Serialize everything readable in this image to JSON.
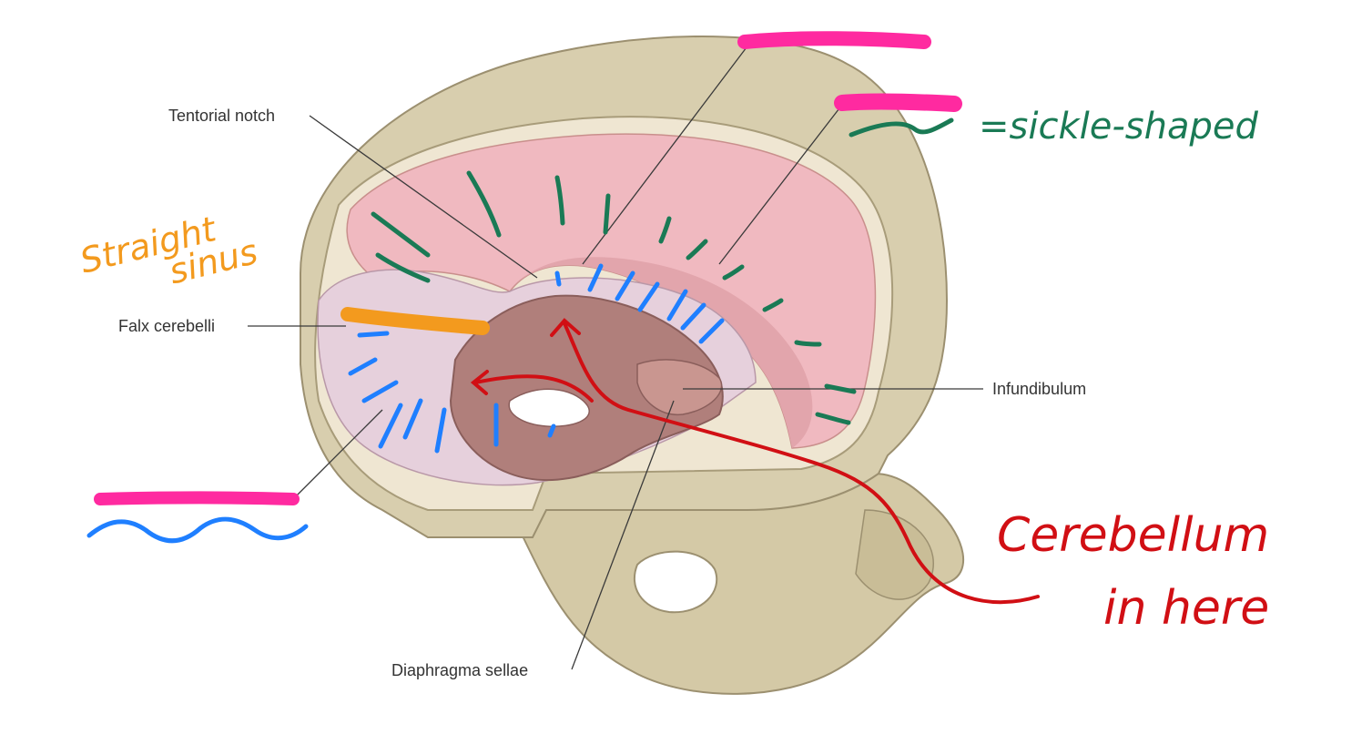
{
  "labels": {
    "tentorial_notch": "Tentorial notch",
    "falx_cerebelli": "Falx cerebelli",
    "infundibulum": "Infundibulum",
    "diaphragma_sellae": "Diaphragma sellae"
  },
  "handwriting": {
    "sickle_note": "=sickle-shaped",
    "straight_line1": "Straight",
    "straight_line2": "sinus",
    "cerebellum_line1": "Cerebellum",
    "cerebellum_line2": "in here"
  },
  "colors": {
    "bone": "#d8ceae",
    "bone_shadow": "#b9ae8c",
    "dura": "#f0b9c0",
    "dura_deep": "#c98f8c",
    "tentorium": "#e6d0dc",
    "cavity": "#b07f7b",
    "highlight_magenta": "#ff2aa0",
    "note_green": "#1a7a55",
    "note_orange": "#f39a1e",
    "note_blue": "#1f7fff",
    "note_red": "#d10f14",
    "leader_line": "#3a3a3a"
  }
}
